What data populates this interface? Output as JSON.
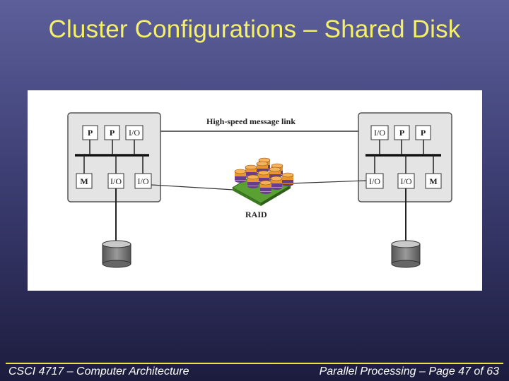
{
  "slide": {
    "title": "Cluster Configurations – Shared Disk",
    "footer_left": "CSCI 4717 – Computer Architecture",
    "footer_right": "Parallel Processing – Page 47 of 63"
  },
  "diagram": {
    "link_label": "High-speed message link",
    "raid_label": "RAID",
    "left_node": {
      "top_units": [
        "P",
        "P",
        "I/O"
      ],
      "bottom_units": [
        "M",
        "I/O",
        "I/O"
      ]
    },
    "right_node": {
      "top_units": [
        "I/O",
        "P",
        "P"
      ],
      "bottom_units": [
        "I/O",
        "I/O",
        "M"
      ]
    }
  },
  "colors": {
    "title": "#f5f06a",
    "footer_rule": "#f0e24a",
    "disk_orange": "#e8952e",
    "disk_purple": "#6a3d8a",
    "raid_base": "#5aa032"
  }
}
